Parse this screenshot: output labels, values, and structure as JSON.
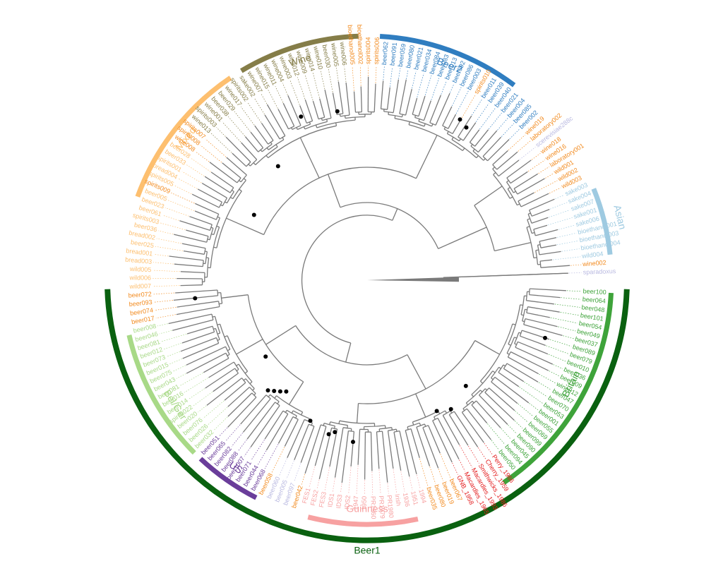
{
  "figure": {
    "colors": {
      "branch": "#7a7a7a",
      "node": "#000000",
      "wine": "#857d48",
      "beer2": "#2f7dc0",
      "asian": "#9ecae1",
      "mixed": "#fdbf6f",
      "beer1": "#0a6110",
      "britain": "#3ea33a",
      "belger": "#a8d987",
      "us": "#6a3d9a",
      "guinness": "#f7a1a1",
      "orange": "#f28a1e",
      "red": "#e31a1c",
      "lavender": "#b8b8e0"
    },
    "clades": [
      {
        "name": "Wine",
        "color": "wine",
        "from": -121,
        "to": -92,
        "r": 346,
        "w": 7,
        "label_angle": -107,
        "label_r": 325
      },
      {
        "name": "Beer2",
        "color": "beer2",
        "from": -87,
        "to": -53,
        "r": 346,
        "w": 7,
        "label_angle": -69,
        "label_r": 325
      },
      {
        "name": "Asian",
        "color": "asian",
        "from": -22,
        "to": -6,
        "r": 346,
        "w": 7,
        "label_angle": -14,
        "label_r": 368
      },
      {
        "name": "Mixed",
        "color": "mixed",
        "from": -160,
        "to": -124,
        "r": 346,
        "w": 7,
        "label_angle": -142,
        "label_r": 325
      },
      {
        "name": "Beer1",
        "color": "beer1",
        "from": 2,
        "to": 178,
        "r": 368,
        "w": 8,
        "label_angle": 90,
        "label_r": 384
      },
      {
        "name": "Britain",
        "color": "britain",
        "from": 3,
        "to": 56,
        "r": 346,
        "w": 7,
        "label_angle": 27,
        "label_r": 325
      },
      {
        "name": "Bel/Ger",
        "color": "belger",
        "from": 135,
        "to": 167,
        "r": 346,
        "w": 7,
        "label_angle": 147,
        "label_r": 325
      },
      {
        "name": "US",
        "color": "us",
        "from": 117,
        "to": 133,
        "r": 346,
        "w": 7,
        "label_angle": 125,
        "label_r": 325
      },
      {
        "name": "Guinness",
        "color": "guinness",
        "from": 78,
        "to": 104,
        "r": 346,
        "w": 7,
        "label_angle": 90,
        "label_r": 325
      }
    ],
    "tips": [
      {
        "label": "sparadoxus",
        "color": "lavender"
      },
      {
        "label": "wine002",
        "color": "orange"
      },
      {
        "label": "wild004",
        "color": "asian"
      },
      {
        "label": "bioethanol004",
        "color": "asian"
      },
      {
        "label": "bioethanol003",
        "color": "asian"
      },
      {
        "label": "bioethanol001",
        "color": "asian"
      },
      {
        "label": "sake006",
        "color": "asian"
      },
      {
        "label": "sake001",
        "color": "asian"
      },
      {
        "label": "sake007",
        "color": "asian"
      },
      {
        "label": "sake004",
        "color": "asian"
      },
      {
        "label": "sake003",
        "color": "asian"
      },
      {
        "label": "wild003",
        "color": "orange"
      },
      {
        "label": "wild002",
        "color": "orange"
      },
      {
        "label": "wild001",
        "color": "orange"
      },
      {
        "label": "laboratory001",
        "color": "orange"
      },
      {
        "label": "wine016",
        "color": "orange"
      },
      {
        "label": "wine018",
        "color": "orange"
      },
      {
        "label": "scerevisiae288c",
        "color": "lavender"
      },
      {
        "label": "laboratory002",
        "color": "orange"
      },
      {
        "label": "wine019",
        "color": "orange"
      },
      {
        "label": "beer002",
        "color": "beer2"
      },
      {
        "label": "beer085",
        "color": "beer2"
      },
      {
        "label": "beer004",
        "color": "beer2"
      },
      {
        "label": "beer021",
        "color": "beer2"
      },
      {
        "label": "beer040",
        "color": "beer2"
      },
      {
        "label": "beer039",
        "color": "beer2"
      },
      {
        "label": "beer011",
        "color": "beer2"
      },
      {
        "label": "spirits010",
        "color": "orange"
      },
      {
        "label": "beer003",
        "color": "beer2"
      },
      {
        "label": "beer086",
        "color": "beer2"
      },
      {
        "label": "beer092",
        "color": "beer2"
      },
      {
        "label": "beer013",
        "color": "beer2"
      },
      {
        "label": "beer083",
        "color": "beer2"
      },
      {
        "label": "beer084",
        "color": "beer2"
      },
      {
        "label": "beer034",
        "color": "beer2"
      },
      {
        "label": "beer021",
        "color": "beer2"
      },
      {
        "label": "beer080",
        "color": "beer2"
      },
      {
        "label": "beer059",
        "color": "beer2"
      },
      {
        "label": "beer091",
        "color": "beer2"
      },
      {
        "label": "beer062",
        "color": "beer2"
      },
      {
        "label": "spirits006",
        "color": "orange"
      },
      {
        "label": "spirits004",
        "color": "orange"
      },
      {
        "label": "bioethanol002",
        "color": "orange"
      },
      {
        "label": "bioethanol005",
        "color": "orange"
      },
      {
        "label": "wine006",
        "color": "wine"
      },
      {
        "label": "wine005",
        "color": "wine"
      },
      {
        "label": "beer030",
        "color": "wine"
      },
      {
        "label": "wine010",
        "color": "wine"
      },
      {
        "label": "wine014",
        "color": "wine"
      },
      {
        "label": "wine009",
        "color": "wine"
      },
      {
        "label": "wine012",
        "color": "wine"
      },
      {
        "label": "wine003",
        "color": "wine"
      },
      {
        "label": "wine004",
        "color": "wine"
      },
      {
        "label": "wine011",
        "color": "wine"
      },
      {
        "label": "wine015",
        "color": "wine"
      },
      {
        "label": "wine007",
        "color": "wine"
      },
      {
        "label": "sake002",
        "color": "wine"
      },
      {
        "label": "spirits002",
        "color": "wine"
      },
      {
        "label": "wine017",
        "color": "wine"
      },
      {
        "label": "beer029",
        "color": "wine"
      },
      {
        "label": "beer038",
        "color": "wine"
      },
      {
        "label": "wine001",
        "color": "wine"
      },
      {
        "label": "spirits003",
        "color": "wine"
      },
      {
        "label": "wine013",
        "color": "wine"
      },
      {
        "label": "spirits007",
        "color": "orange"
      },
      {
        "label": "spirits008",
        "color": "orange"
      },
      {
        "label": "wine008",
        "color": "orange"
      },
      {
        "label": "beer028",
        "color": "mixed"
      },
      {
        "label": "beer033",
        "color": "mixed"
      },
      {
        "label": "spirits001",
        "color": "mixed"
      },
      {
        "label": "bread004",
        "color": "mixed"
      },
      {
        "label": "spirits005",
        "color": "mixed"
      },
      {
        "label": "spirits009",
        "color": "orange"
      },
      {
        "label": "beer005",
        "color": "mixed"
      },
      {
        "label": "beer023",
        "color": "mixed"
      },
      {
        "label": "beer061",
        "color": "mixed"
      },
      {
        "label": "spirits003",
        "color": "mixed"
      },
      {
        "label": "beer036",
        "color": "mixed"
      },
      {
        "label": "bread002",
        "color": "mixed"
      },
      {
        "label": "beer025",
        "color": "mixed"
      },
      {
        "label": "bread001",
        "color": "mixed"
      },
      {
        "label": "bread003",
        "color": "mixed"
      },
      {
        "label": "wild005",
        "color": "mixed"
      },
      {
        "label": "wild006",
        "color": "mixed"
      },
      {
        "label": "wild007",
        "color": "mixed"
      },
      {
        "label": "beer072",
        "color": "orange"
      },
      {
        "label": "beer093",
        "color": "orange"
      },
      {
        "label": "beer074",
        "color": "orange"
      },
      {
        "label": "beer017",
        "color": "orange"
      },
      {
        "label": "beer008",
        "color": "belger"
      },
      {
        "label": "beer046",
        "color": "belger"
      },
      {
        "label": "beer081",
        "color": "belger"
      },
      {
        "label": "beer012",
        "color": "belger"
      },
      {
        "label": "beer073",
        "color": "belger"
      },
      {
        "label": "beer015",
        "color": "belger"
      },
      {
        "label": "beer075",
        "color": "belger"
      },
      {
        "label": "beer043",
        "color": "belger"
      },
      {
        "label": "beer081",
        "color": "belger"
      },
      {
        "label": "beer016",
        "color": "belger"
      },
      {
        "label": "beer014",
        "color": "belger"
      },
      {
        "label": "spirits022",
        "color": "belger"
      },
      {
        "label": "beer020",
        "color": "belger"
      },
      {
        "label": "beer076",
        "color": "belger"
      },
      {
        "label": "beer026",
        "color": "belger"
      },
      {
        "label": "beer032",
        "color": "belger"
      },
      {
        "label": "beer051",
        "color": "us"
      },
      {
        "label": "beer065",
        "color": "us"
      },
      {
        "label": "beer082",
        "color": "us"
      },
      {
        "label": "beer088",
        "color": "us"
      },
      {
        "label": "beer1007",
        "color": "us"
      },
      {
        "label": "beer071",
        "color": "us"
      },
      {
        "label": "beer044",
        "color": "us"
      },
      {
        "label": "beer068",
        "color": "us"
      },
      {
        "label": "beer058",
        "color": "orange"
      },
      {
        "label": "beer060",
        "color": "lavender"
      },
      {
        "label": "beer005",
        "color": "lavender"
      },
      {
        "label": "beer097",
        "color": "lavender"
      },
      {
        "label": "beer042",
        "color": "orange"
      },
      {
        "label": "FES1",
        "color": "guinness"
      },
      {
        "label": "FES2",
        "color": "guinness"
      },
      {
        "label": "FES3",
        "color": "guinness"
      },
      {
        "label": "IDS1",
        "color": "guinness"
      },
      {
        "label": "IDS3",
        "color": "guinness"
      },
      {
        "label": "IDS2",
        "color": "guinness"
      },
      {
        "label": "1947",
        "color": "guinness"
      },
      {
        "label": "1950",
        "color": "guinness"
      },
      {
        "label": "PR1960",
        "color": "guinness"
      },
      {
        "label": "PR1979",
        "color": "guinness"
      },
      {
        "label": "PR1980",
        "color": "guinness"
      },
      {
        "label": "Irish",
        "color": "guinness"
      },
      {
        "label": "1936",
        "color": "guinness"
      },
      {
        "label": "1951",
        "color": "guinness"
      },
      {
        "label": "1994",
        "color": "guinness"
      },
      {
        "label": "beer035",
        "color": "orange"
      },
      {
        "label": "beer080",
        "color": "orange"
      },
      {
        "label": "beer019",
        "color": "orange"
      },
      {
        "label": "beer067",
        "color": "orange"
      },
      {
        "label": "GNB_1958",
        "color": "red"
      },
      {
        "label": "Macardles_1965",
        "color": "red"
      },
      {
        "label": "Macardles_1993",
        "color": "red"
      },
      {
        "label": "Smithwicks_1986",
        "color": "red"
      },
      {
        "label": "Cherry_1959",
        "color": "red"
      },
      {
        "label": "Perry_1966",
        "color": "red"
      },
      {
        "label": "beer050",
        "color": "britain"
      },
      {
        "label": "beer094",
        "color": "britain"
      },
      {
        "label": "beer045",
        "color": "britain"
      },
      {
        "label": "beer090",
        "color": "britain"
      },
      {
        "label": "beer099",
        "color": "britain"
      },
      {
        "label": "beer069",
        "color": "britain"
      },
      {
        "label": "beer055",
        "color": "britain"
      },
      {
        "label": "beer001",
        "color": "britain"
      },
      {
        "label": "beer053",
        "color": "britain"
      },
      {
        "label": "beer070",
        "color": "britain"
      },
      {
        "label": "beer047",
        "color": "britain"
      },
      {
        "label": "wine012",
        "color": "britain"
      },
      {
        "label": "beer009",
        "color": "britain"
      },
      {
        "label": "beer036",
        "color": "britain"
      },
      {
        "label": "beer010",
        "color": "britain"
      },
      {
        "label": "beer079",
        "color": "britain"
      },
      {
        "label": "beer089",
        "color": "britain"
      },
      {
        "label": "beer037",
        "color": "britain"
      },
      {
        "label": "beer049",
        "color": "britain"
      },
      {
        "label": "beer054",
        "color": "britain"
      },
      {
        "label": "beer101",
        "color": "britain"
      },
      {
        "label": "beer048",
        "color": "britain"
      },
      {
        "label": "beer064",
        "color": "britain"
      },
      {
        "label": "beer100",
        "color": "britain"
      }
    ]
  }
}
